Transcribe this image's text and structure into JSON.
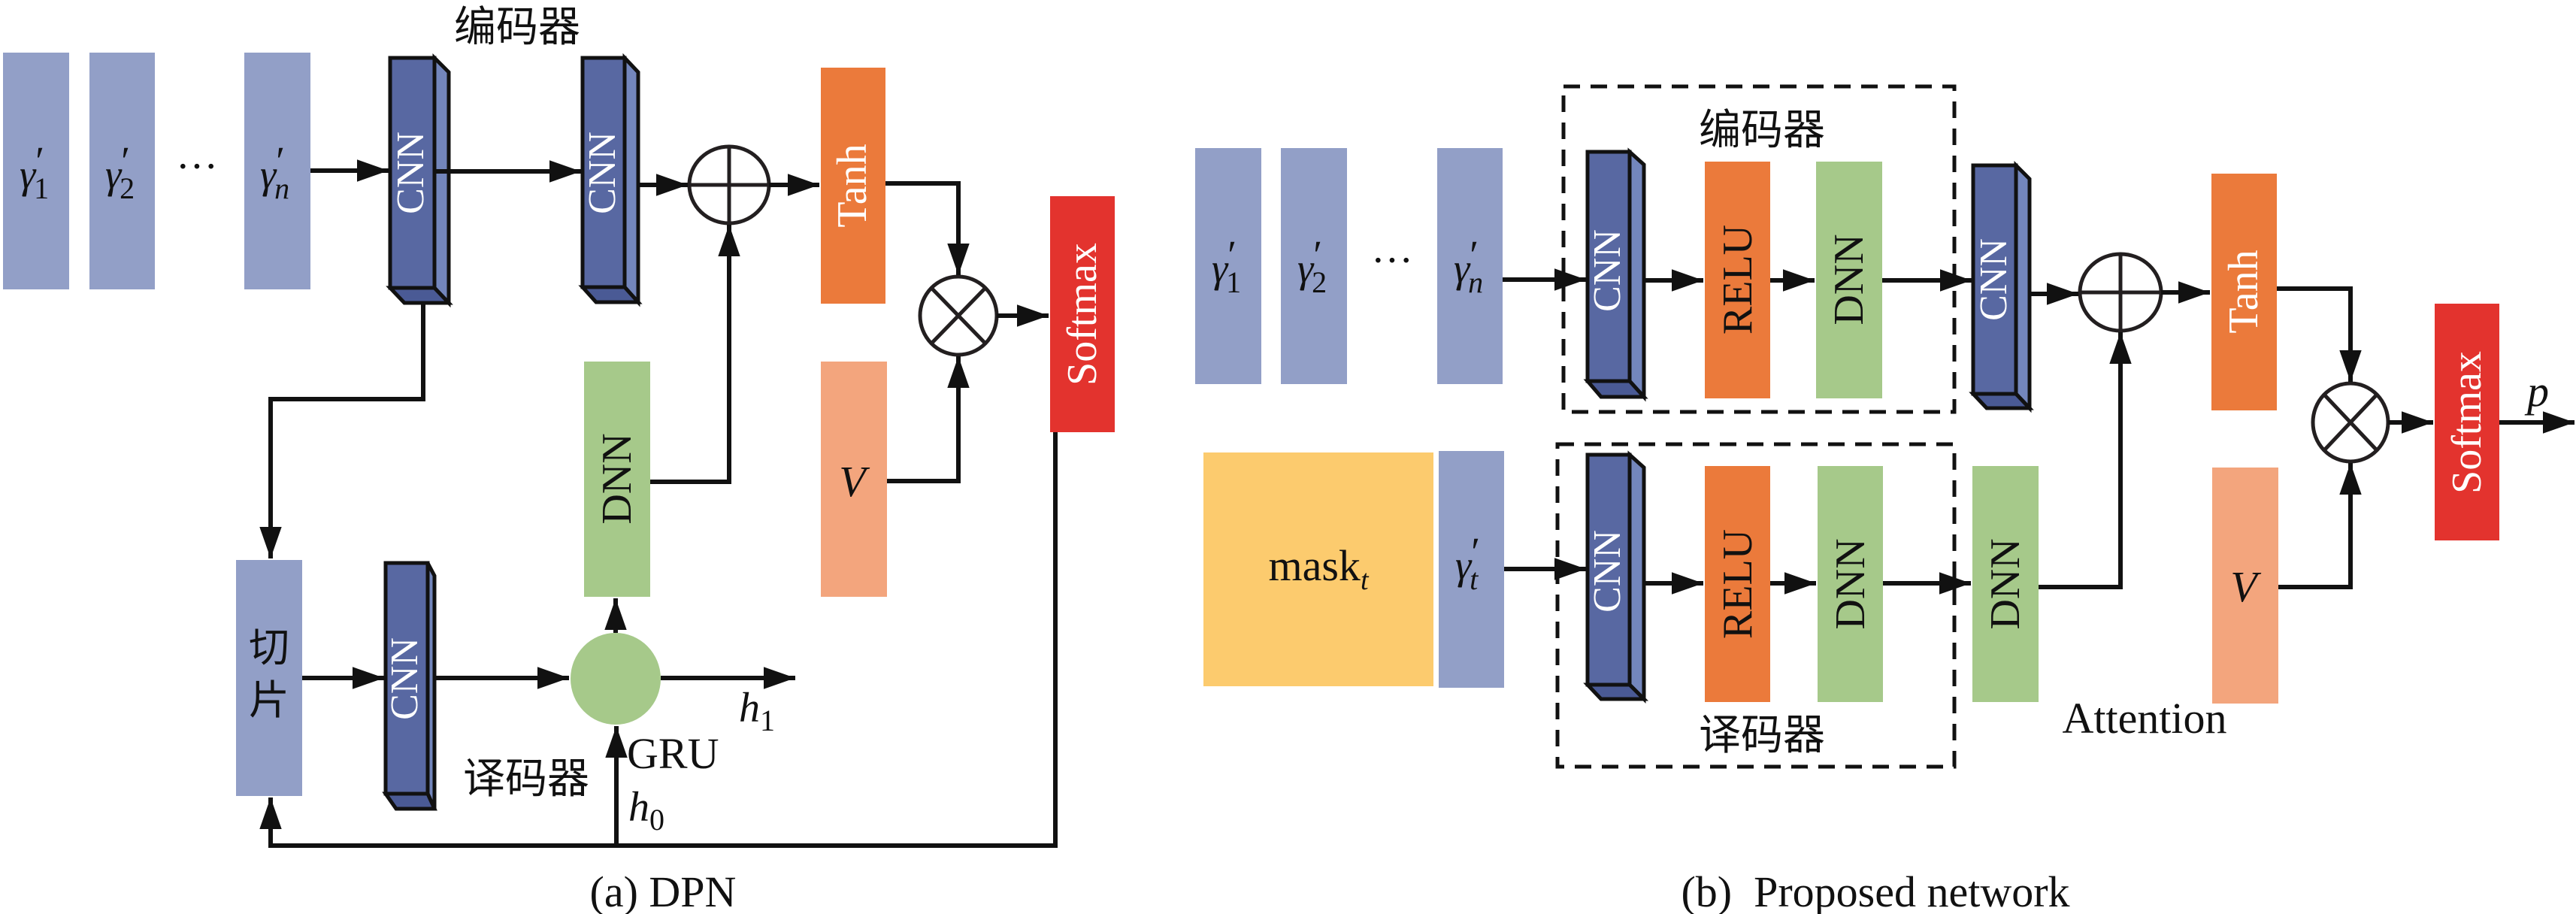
{
  "colors": {
    "input_block": "#929FC7",
    "cnn_front": "#5868A2",
    "cnn_side": "#7386BC",
    "cnn_bottom": "#4A5A95",
    "tanh": "#EB7A3B",
    "relu": "#EB7A3B",
    "dnn": "#A6C98A",
    "v_block": "#F3A57D",
    "softmax": "#E3332E",
    "mask": "#FCCB6E",
    "gru": "#A6C98A",
    "line": "#111111",
    "white_text": "#FFFFFF"
  },
  "panel_a": {
    "caption": "(a) DPN",
    "encoder_label": "编码器",
    "decoder_label": "译码器",
    "inputs": [
      {
        "sym": "γ",
        "sub": "1",
        "prime": "′"
      },
      {
        "sym": "γ",
        "sub": "2",
        "prime": "′"
      },
      {
        "sym": "γ",
        "sub": "n",
        "prime": "′"
      }
    ],
    "ellipsis": "···",
    "cnn_label": "CNN",
    "tanh_label": "Tanh",
    "softmax_label": "Softmax",
    "dnn_label": "DNN",
    "v_label": "V",
    "slice_label_1": "切",
    "slice_label_2": "片",
    "gru_label": "GRU",
    "h1_label": "h",
    "h1_sub": "1",
    "h0_label": "h",
    "h0_sub": "0",
    "add_op": "⊕",
    "mul_op": "⊗"
  },
  "panel_b": {
    "caption": "(b)  Proposed network",
    "encoder_label": "编码器",
    "decoder_label": "译码器",
    "attention_label": "Attention",
    "inputs": [
      {
        "sym": "γ",
        "sub": "1",
        "prime": "′"
      },
      {
        "sym": "γ",
        "sub": "2",
        "prime": "′"
      },
      {
        "sym": "γ",
        "sub": "n",
        "prime": "′"
      }
    ],
    "ellipsis": "···",
    "mask_label": "mask",
    "mask_sub": "t",
    "mask_input": {
      "sym": "γ",
      "sub": "t",
      "prime": "′"
    },
    "cnn_label": "CNN",
    "relu_label": "RELU",
    "dnn_label": "DNN",
    "tanh_label": "Tanh",
    "softmax_label": "Softmax",
    "v_label": "V",
    "output_label": "p",
    "add_op": "⊕",
    "mul_op": "⊗"
  }
}
